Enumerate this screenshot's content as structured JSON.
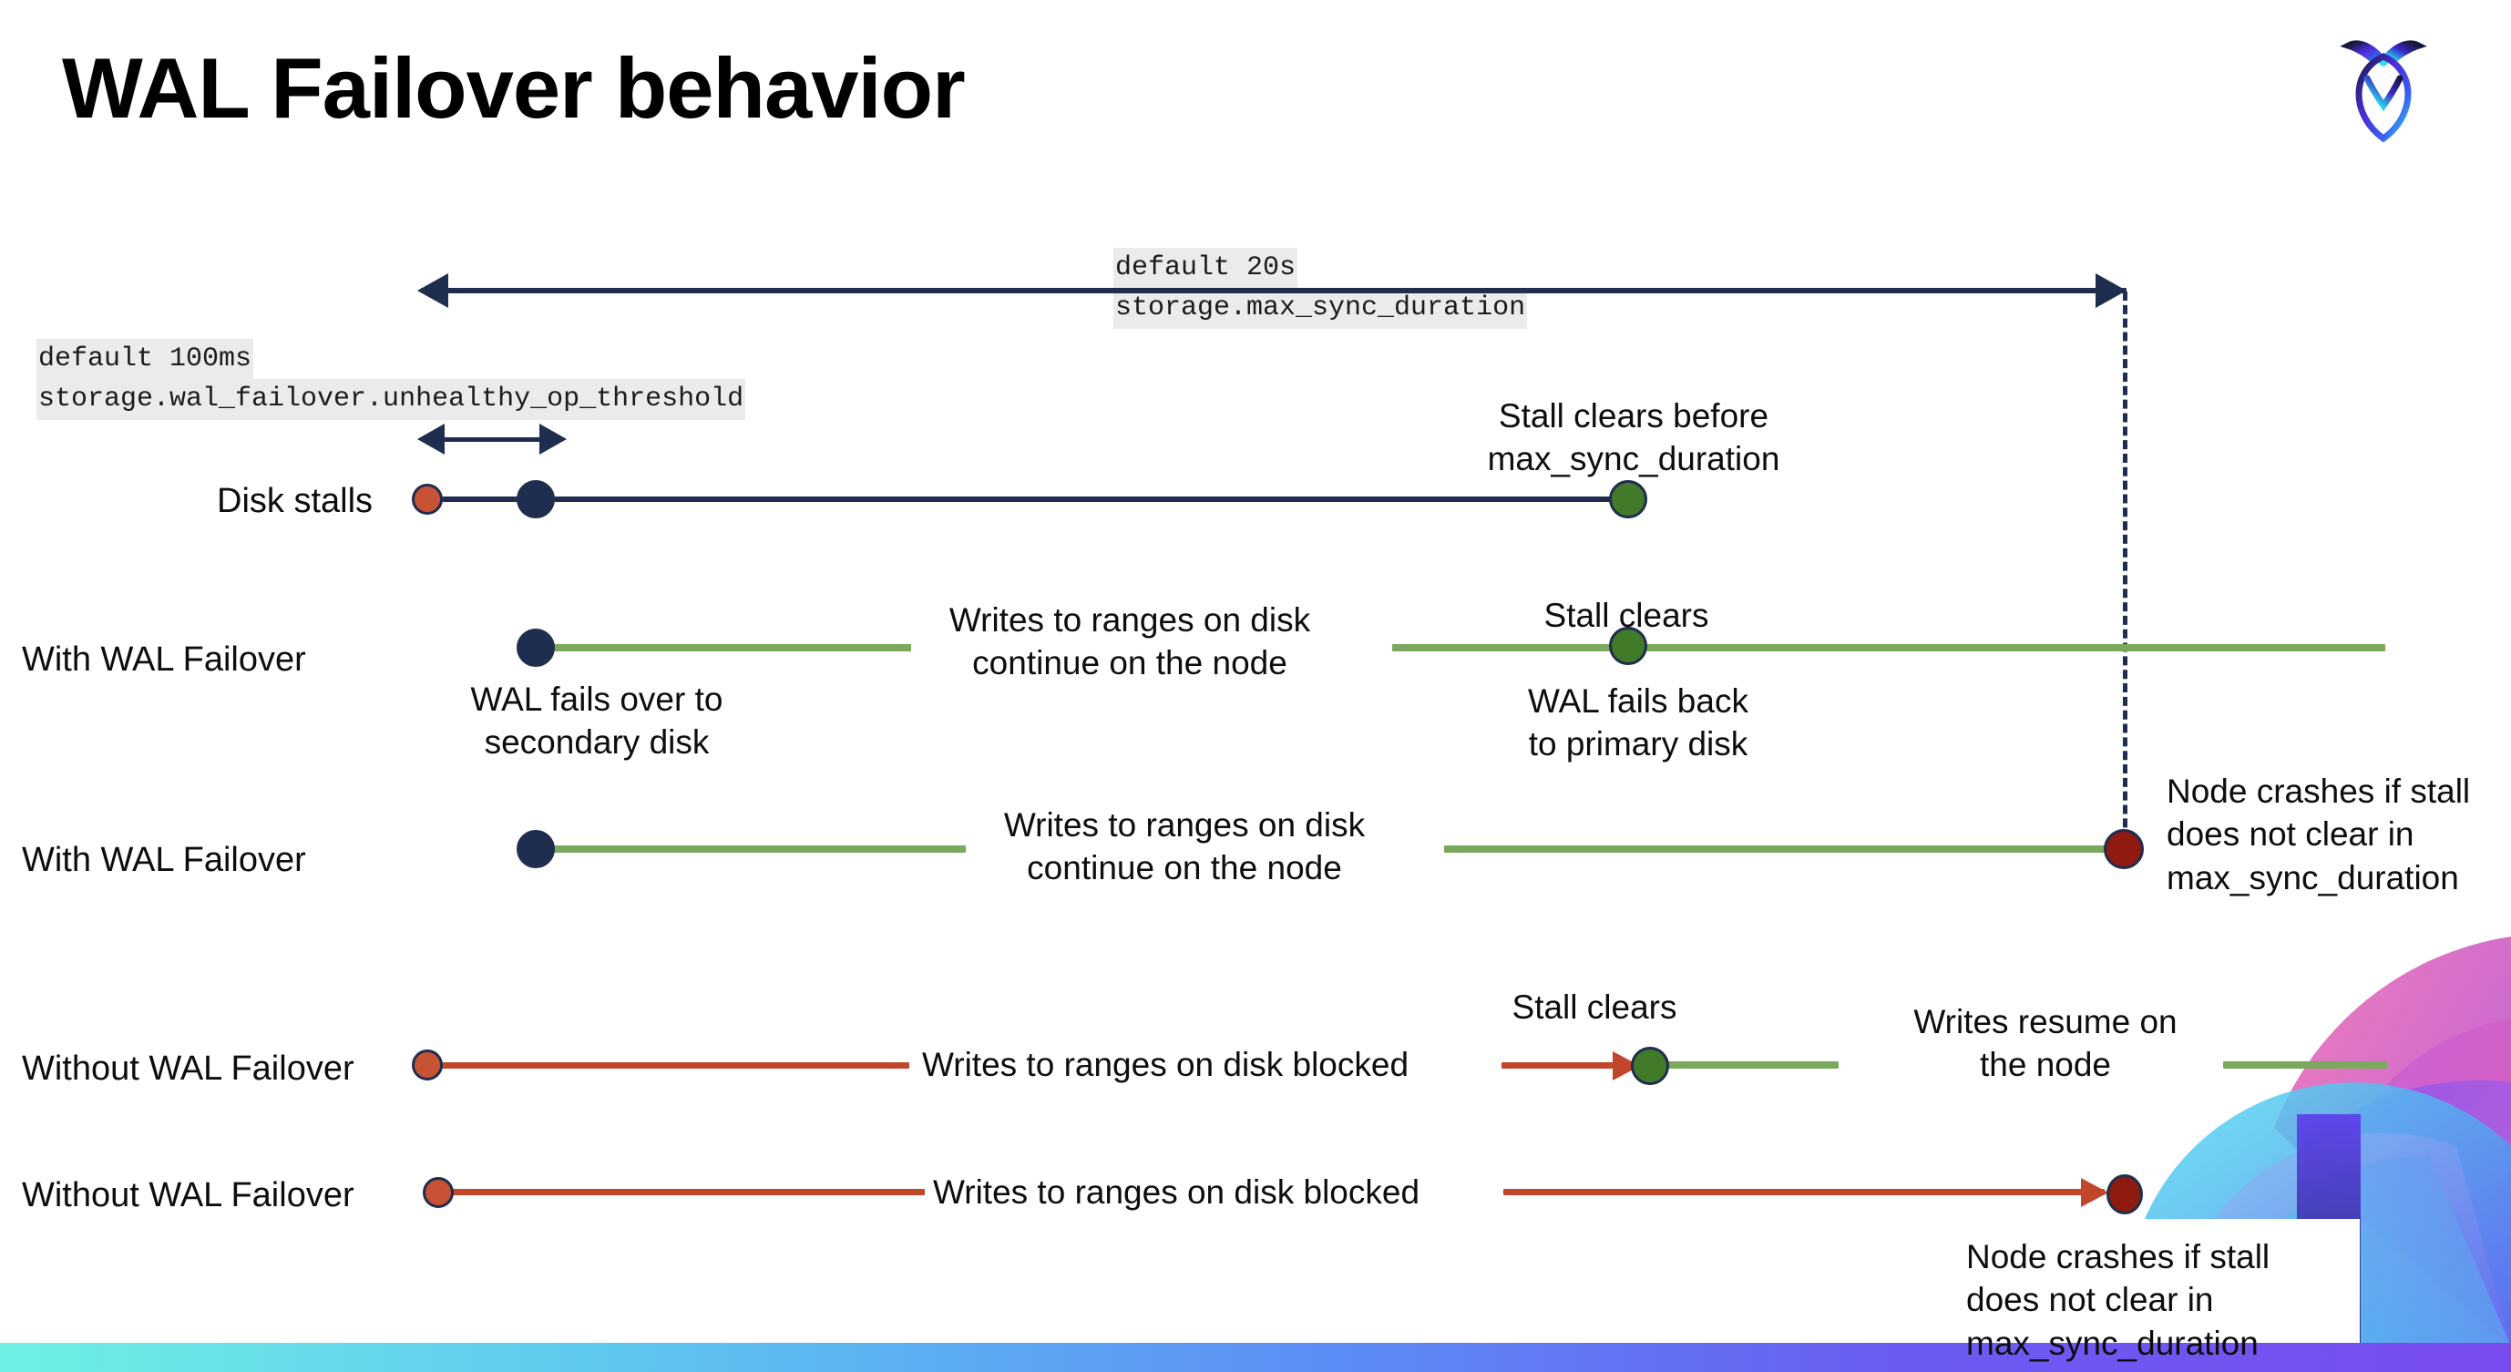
{
  "slide": {
    "title": "WAL Failover behavior",
    "logo_name": "cockroachdb-logo"
  },
  "annotations": {
    "max_sync_duration": {
      "line1": "default 20s",
      "line2": "storage.max_sync_duration"
    },
    "unhealthy_op_threshold": {
      "line1": "default 100ms",
      "line2": "storage.wal_failover.unhealthy_op_threshold"
    }
  },
  "rows": [
    {
      "label": "Disk stalls",
      "callout": "Stall clears before\nmax_sync_duration"
    },
    {
      "label": "With WAL Failover",
      "note_start": "WAL fails over to\nsecondary disk",
      "note_mid": "Writes to ranges on disk\ncontinue on the node",
      "note_clear": "Stall clears",
      "note_back": "WAL fails  back\nto primary disk"
    },
    {
      "label": "With WAL Failover",
      "note_mid": "Writes to ranges on disk\ncontinue on the node",
      "note_crash": "Node crashes if stall\ndoes not clear in\nmax_sync_duration"
    },
    {
      "label": "Without WAL Failover",
      "note_mid": "Writes to ranges on disk  blocked",
      "note_clear": "Stall clears",
      "note_resume": "Writes resume on\nthe node"
    },
    {
      "label": "Without WAL Failover",
      "note_mid": "Writes to ranges on disk  blocked",
      "note_crash": "Node crashes if stall\ndoes not clear in\nmax_sync_duration"
    }
  ],
  "colors": {
    "navy": "#1f2d4e",
    "green_line": "#7aa85c",
    "green_dot": "#417a29",
    "orange_dot": "#c85234",
    "red_line": "#c1472a",
    "dark_red_dot": "#8e1a10",
    "chip_bg": "#ebebeb",
    "bar_gradient_start": "#6ff0e4",
    "bar_gradient_end": "#7a4cf0"
  }
}
